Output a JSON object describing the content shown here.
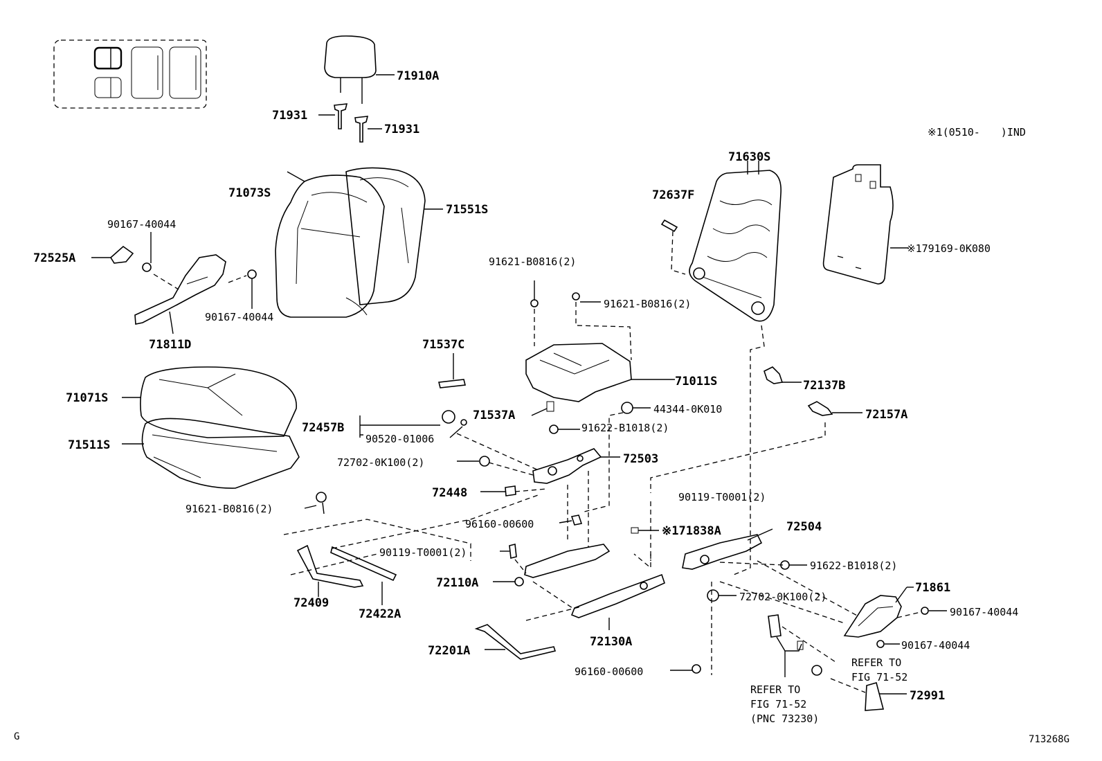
{
  "variant_note": "※1(0510-　　)IND",
  "parts": {
    "p71910A": "71910A",
    "p71931a": "71931",
    "p71931b": "71931",
    "p71073S": "71073S",
    "p71551S": "71551S",
    "p90167_40044_a": "90167-40044",
    "p72525A": "72525A",
    "p90167_40044_b": "90167-40044",
    "p71811D": "71811D",
    "p71630S": "71630S",
    "p72637F": "72637F",
    "p79169": "※179169-0K080",
    "p91621_B0816_a": "91621-B0816(2)",
    "p91621_B0816_b": "91621-B0816(2)",
    "p71537C": "71537C",
    "p71011S": "71011S",
    "p72137B": "72137B",
    "p71071S": "71071S",
    "p44344": "44344-0K010",
    "p72157A": "72157A",
    "p72457B": "72457B",
    "p71537A": "71537A",
    "p71511S": "71511S",
    "p91622_B1018_a": "91622-B1018(2)",
    "p90520": "90520-01006",
    "p72702_a": "72702-0K100(2)",
    "p72503": "72503",
    "p72448": "72448",
    "p90119_a": "90119-T0001(2)",
    "p91621_B0816_c": "91621-B0816(2)",
    "p96160_a": "96160-00600",
    "p71838A": "※171838A",
    "p72504": "72504",
    "p90119_b": "90119-T0001(2)",
    "p91622_B1018_b": "91622-B1018(2)",
    "p72110A": "72110A",
    "p71861": "71861",
    "p72702_b": "72702-0K100(2)",
    "p72409": "72409",
    "p72422A": "72422A",
    "p90167_40044_c": "90167-40044",
    "p72130A": "72130A",
    "p90167_40044_d": "90167-40044",
    "p72201A": "72201A",
    "p96160_b": "96160-00600",
    "p72991": "72991"
  },
  "refer_left": {
    "line1": "REFER TO",
    "line2": "FIG 71-52",
    "line3": "(PNC 73230)"
  },
  "refer_right": {
    "line1": "REFER TO",
    "line2": "FIG 71-52"
  },
  "corner_left": "G",
  "figure_code": "713268G",
  "icons": [
    "seat-layout-icon"
  ]
}
